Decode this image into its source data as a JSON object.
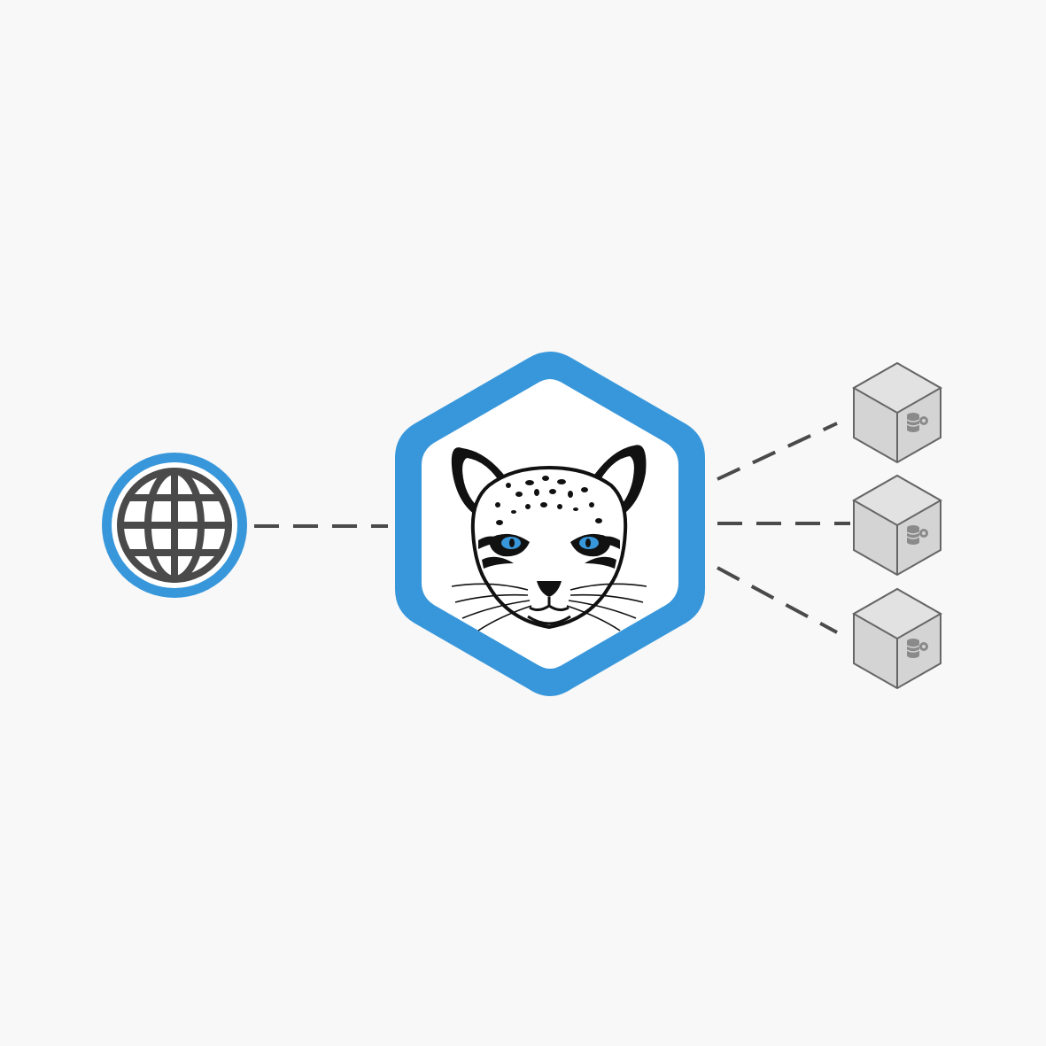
{
  "diagram": {
    "nodes": [
      {
        "id": "internet",
        "kind": "globe",
        "icon": "globe-icon"
      },
      {
        "id": "proxy",
        "kind": "hexagon",
        "icon": "ocelot-head-logo"
      },
      {
        "id": "service-1",
        "kind": "cube",
        "icon": "database-gear-icon"
      },
      {
        "id": "service-2",
        "kind": "cube",
        "icon": "database-gear-icon"
      },
      {
        "id": "service-3",
        "kind": "cube",
        "icon": "database-gear-icon"
      }
    ],
    "edges": [
      {
        "from": "internet",
        "to": "proxy",
        "style": "dashed"
      },
      {
        "from": "proxy",
        "to": "service-1",
        "style": "dashed"
      },
      {
        "from": "proxy",
        "to": "service-2",
        "style": "dashed"
      },
      {
        "from": "proxy",
        "to": "service-3",
        "style": "dashed"
      }
    ]
  },
  "colors": {
    "background": "#f8f8f8",
    "accent": "#3897db",
    "line": "#4a4a4a",
    "cube": "#d4d4d4"
  }
}
